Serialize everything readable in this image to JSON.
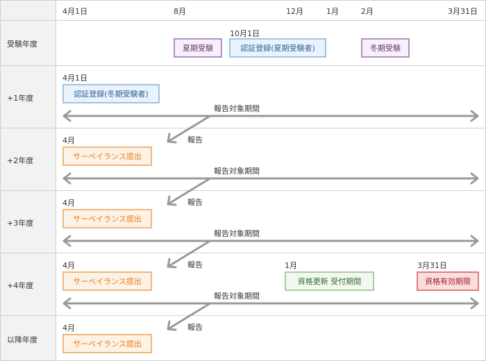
{
  "header": {
    "months": [
      "4月1日",
      "8月",
      "12月",
      "1月",
      "2月",
      "3月31日"
    ]
  },
  "rows": {
    "exam_year": {
      "label": "受験年度",
      "date_oct": "10月1日",
      "summer_exam": "夏期受験",
      "cert_summer": "認証登録(夏期受験者)",
      "winter_exam": "冬期受験"
    },
    "year1": {
      "label": "+1年度",
      "date": "4月1日",
      "cert_winter": "認証登録(冬期受験者)",
      "period": "報告対象期間"
    },
    "year2": {
      "label": "+2年度",
      "report": "報告",
      "month": "4月",
      "surveillance": "サーベイランス提出",
      "period": "報告対象期間"
    },
    "year3": {
      "label": "+3年度",
      "report": "報告",
      "month": "4月",
      "surveillance": "サーベイランス提出",
      "period": "報告対象期間"
    },
    "year4": {
      "label": "+4年度",
      "report": "報告",
      "month": "4月",
      "surveillance": "サーベイランス提出",
      "renewal_month": "1月",
      "renewal": "資格更新 受付期間",
      "expiry_date": "3月31日",
      "expiry": "資格有効期限",
      "period": "報告対象期間"
    },
    "later": {
      "label": "以降年度",
      "report": "報告",
      "month": "4月",
      "surveillance": "サーベイランス提出"
    }
  },
  "colors": {
    "purple": "#b58ac6",
    "blue": "#9fc3e6",
    "orange": "#f0b67b",
    "green": "#a7cf9b",
    "red": "#e07c7c",
    "arrow": "#999999"
  }
}
